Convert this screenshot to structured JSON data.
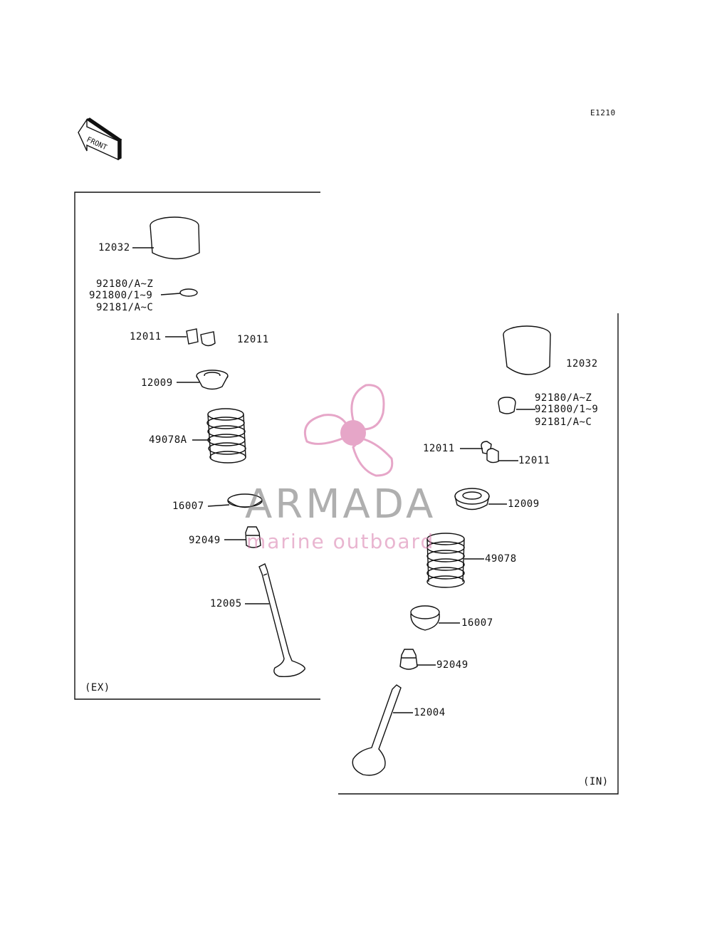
{
  "diagram_code": "E1210",
  "front_label": "FRONT",
  "exhaust": {
    "section_label": "(EX)",
    "parts": {
      "tappet": "12032",
      "shim_a": "92180/A~Z",
      "shim_b": "921800/1~9",
      "shim_c": "92181/A~C",
      "keeper_left": "12011",
      "keeper_right": "12011",
      "retainer": "12009",
      "spring": "49078A",
      "spring_seat": "16007",
      "stem_seal": "92049",
      "valve": "12005"
    }
  },
  "intake": {
    "section_label": "(IN)",
    "parts": {
      "tappet": "12032",
      "shim_a": "92180/A~Z",
      "shim_b": "921800/1~9",
      "shim_c": "92181/A~C",
      "keeper_left": "12011",
      "keeper_right": "12011",
      "retainer": "12009",
      "spring": "49078",
      "spring_seat": "16007",
      "stem_seal": "92049",
      "valve": "12004"
    }
  },
  "watermark": {
    "title": "ARMADA",
    "subtitle": "marine outboard"
  },
  "colors": {
    "line": "#111111",
    "watermark_pink": "#e6a6c8",
    "watermark_gray": "#707070"
  }
}
